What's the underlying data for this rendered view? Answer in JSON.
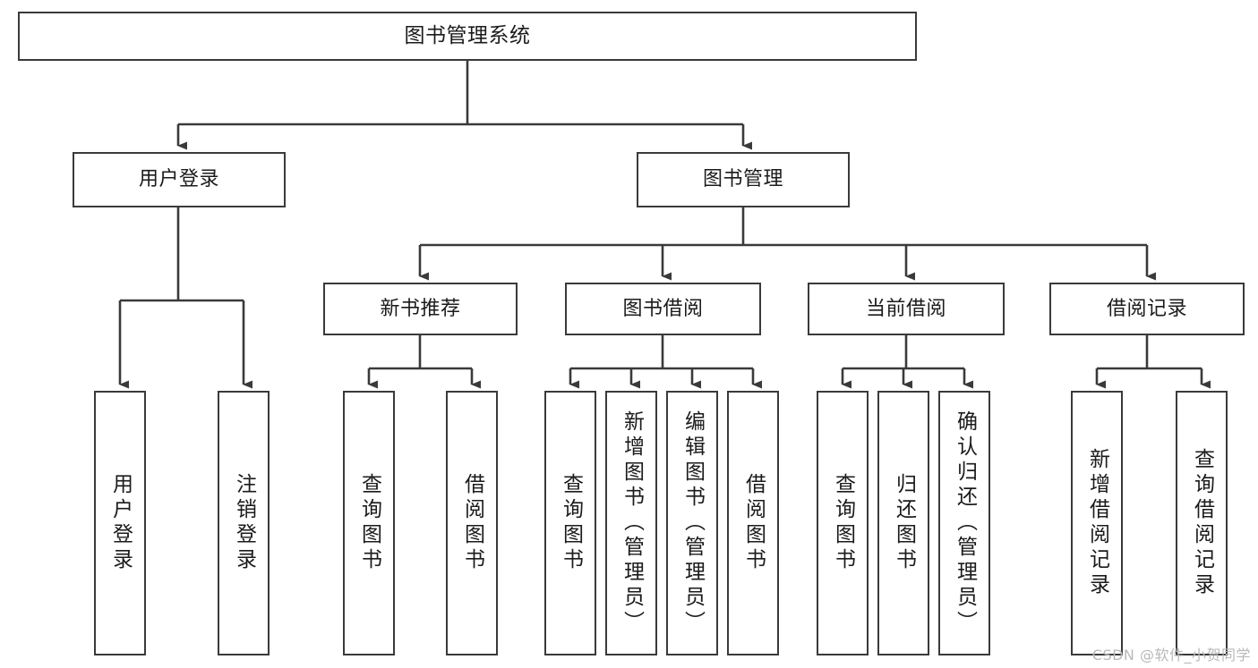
{
  "diagram": {
    "type": "tree-hierarchy-chart",
    "title": "图书管理系统",
    "line_color": "#3a3a3a",
    "box_fill": "#ffffff",
    "text_color": "#1b1b1b",
    "root": {
      "label": "图书管理系统"
    },
    "level2": [
      {
        "label": "用户登录"
      },
      {
        "label": "图书管理"
      }
    ],
    "level3": [
      {
        "label": "新书推荐"
      },
      {
        "label": "图书借阅"
      },
      {
        "label": "当前借阅"
      },
      {
        "label": "借阅记录"
      }
    ],
    "leaves": {
      "user_login": [
        {
          "label": "用户登录"
        },
        {
          "label": "注销登录"
        }
      ],
      "new_book_recommend": [
        {
          "label": "查询图书"
        },
        {
          "label": "借阅图书"
        }
      ],
      "book_borrow": [
        {
          "label": "查询图书"
        },
        {
          "label": "新增图书（管理员）"
        },
        {
          "label": "编辑图书（管理员）"
        },
        {
          "label": "借阅图书"
        }
      ],
      "current_borrow": [
        {
          "label": "查询图书"
        },
        {
          "label": "归还图书"
        },
        {
          "label": "确认归还（管理员）"
        }
      ],
      "borrow_record": [
        {
          "label": "新增借阅记录"
        },
        {
          "label": "查询借阅记录"
        }
      ]
    }
  },
  "watermark": {
    "text": "CSDN @软件_小贺同学"
  }
}
